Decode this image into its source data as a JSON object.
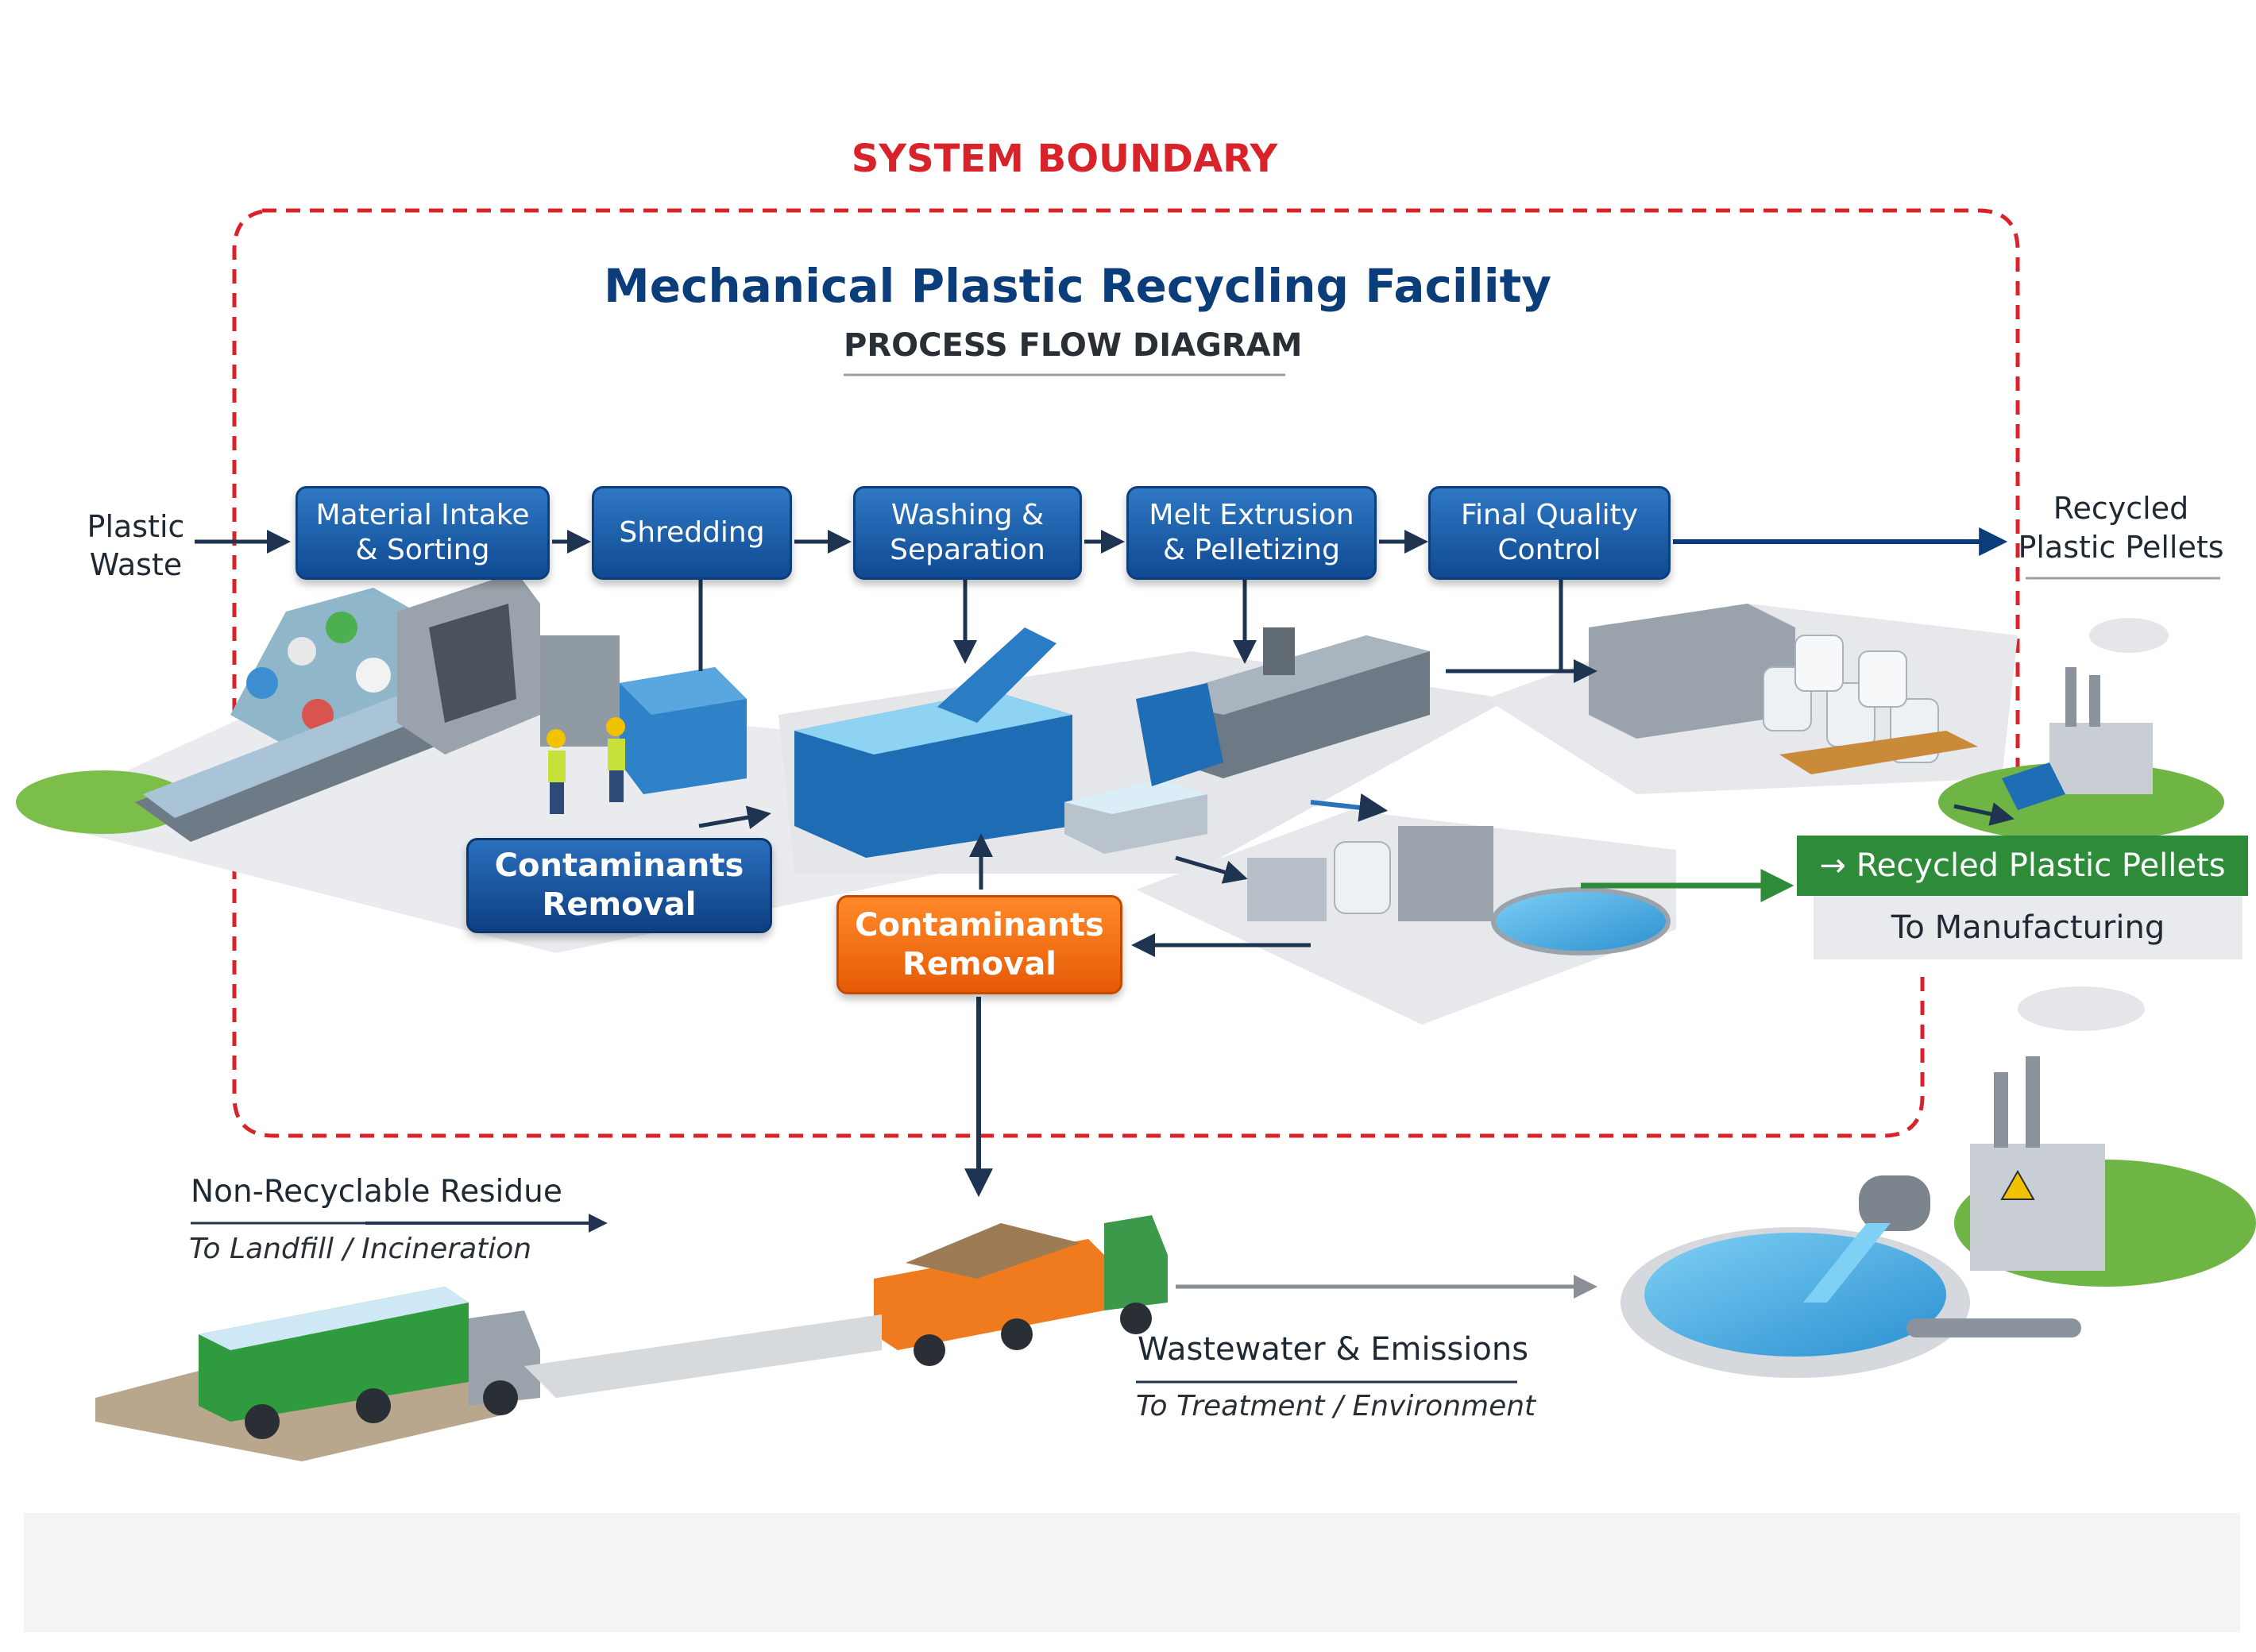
{
  "header": {
    "boundary_label": "SYSTEM BOUNDARY",
    "title": "Mechanical Plastic Recycling Facility",
    "subtitle": "PROCESS FLOW DIAGRAM"
  },
  "inputs": {
    "plastic_waste": "Plastic\nWaste"
  },
  "process_steps": [
    {
      "label": "Material Intake\n& Sorting"
    },
    {
      "label": "Shredding"
    },
    {
      "label": "Washing &\nSeparation"
    },
    {
      "label": "Melt Extrusion\n& Pelletizing"
    },
    {
      "label": "Final Quality\nControl"
    }
  ],
  "outputs": {
    "recycled_pellets": "Recycled\nPlastic Pellets",
    "pellets_banner": "Recycled Plastic Pellets",
    "to_manufacturing": "To Manufacturing",
    "contaminants_removal_blue": "Contaminants\nRemoval",
    "contaminants_removal_orange": "Contaminants\nRemoval",
    "residue_title": "Non-Recyclable Residue",
    "residue_sub": "To Landfill / Incineration",
    "wastewater_title": "Wastewater & Emissions",
    "wastewater_sub": "To Treatment / Environment"
  },
  "colors": {
    "boundary_red": "#d8232a",
    "title_navy": "#0b3d7a",
    "process_blue": "#1565b5",
    "orange": "#f26a10",
    "green_banner": "#2e8b3a",
    "arrow_dark": "#1f3450"
  }
}
